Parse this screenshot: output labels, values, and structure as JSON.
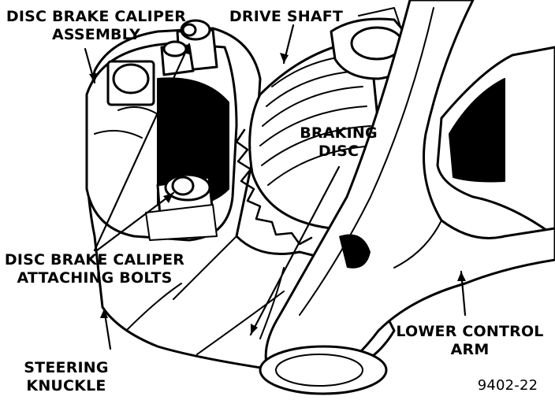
{
  "labels": {
    "caliper_assembly": [
      "DISC BRAKE CALIPER",
      "ASSEMBLY"
    ],
    "drive_shaft": "DRIVE SHAFT",
    "braking_disc": [
      "BRAKING",
      "DISC"
    ],
    "caliper_bolts": [
      "DISC BRAKE CALIPER",
      "ATTACHING BOLTS"
    ],
    "lower_control_arm": [
      "LOWER CONTROL",
      "ARM"
    ],
    "steering_knuckle": [
      "STEERING",
      "KNUCKLE"
    ]
  },
  "figure_number": "9402-22"
}
